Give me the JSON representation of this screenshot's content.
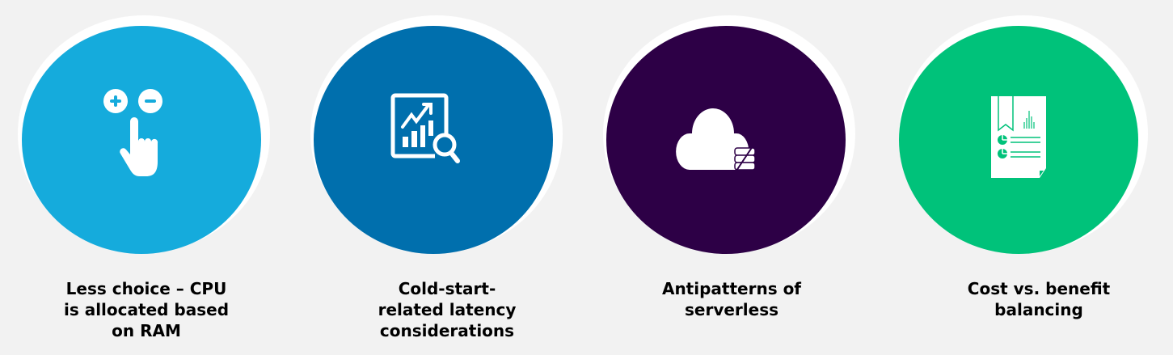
{
  "items": [
    {
      "icon": "touch-plus-minus-icon",
      "color": "#15abdc",
      "lines": [
        "Less choice – CPU",
        "is allocated based",
        "on RAM"
      ]
    },
    {
      "icon": "chart-magnifier-icon",
      "color": "#006fad",
      "lines": [
        "Cold-start-",
        "related latency",
        "considerations"
      ]
    },
    {
      "icon": "cloud-server-icon",
      "color": "#2d0046",
      "lines": [
        "Antipatterns of",
        "serverless"
      ]
    },
    {
      "icon": "report-document-icon",
      "color": "#00c27a",
      "lines": [
        "Cost vs. benefit",
        "balancing"
      ]
    }
  ]
}
